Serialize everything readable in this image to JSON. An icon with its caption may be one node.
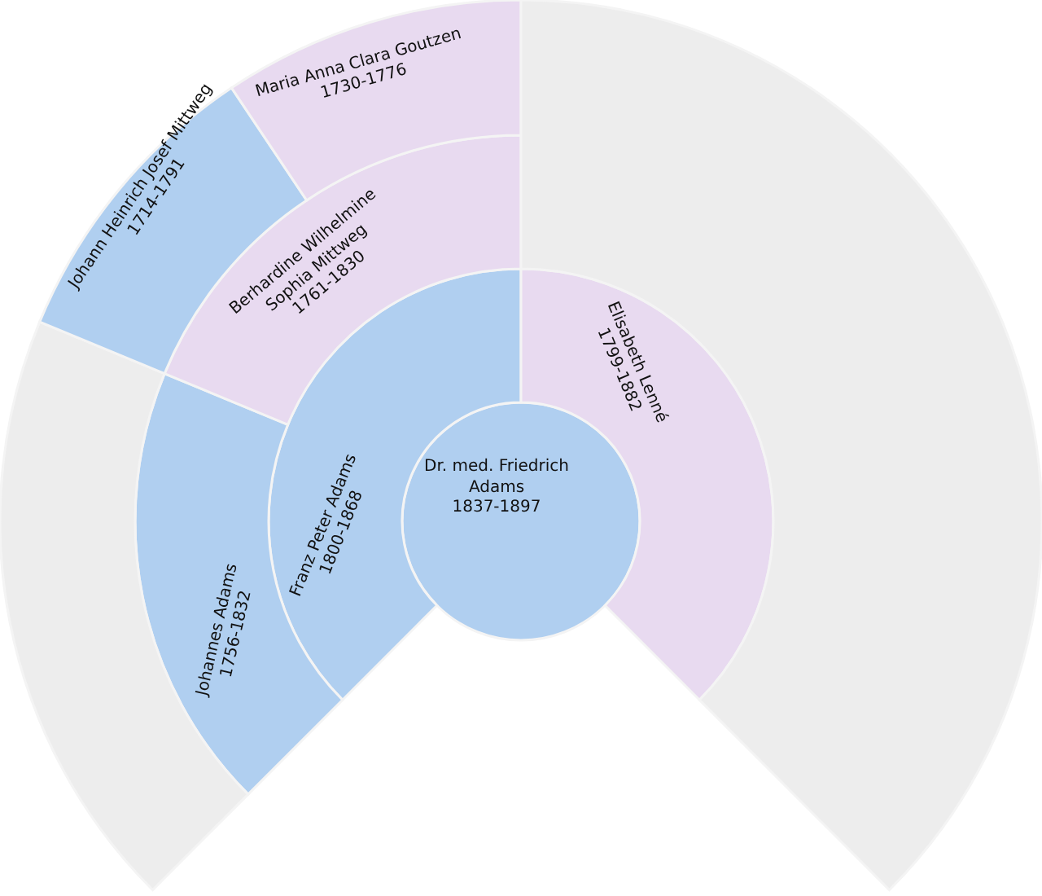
{
  "diagram": {
    "nodes": [
      {
        "text": [
          "Dr. med. Friedrich Adams",
          "1837-1897"
        ]
      },
      {
        "text": [
          "Franz Peter Adams",
          "1800-1868"
        ]
      },
      {
        "text": [
          "Elisabeth Lenné",
          "1799-1882"
        ]
      },
      {
        "text": [
          "Johannes Adams",
          "1756-1832"
        ]
      },
      {
        "text": [
          "Berhardine Wilhelmine Sophia Mittweg",
          "1761-1830"
        ]
      },
      {
        "text": [],
        "shape": "sector"
      },
      {
        "text": [
          "Johann Heinrich Josef Mittweg",
          "1714-1791"
        ]
      },
      {
        "text": [
          "Maria Anna Clara Goutzen",
          "1730-1776"
        ]
      },
      {
        "text": [],
        "shape": "sector"
      }
    ]
  }
}
